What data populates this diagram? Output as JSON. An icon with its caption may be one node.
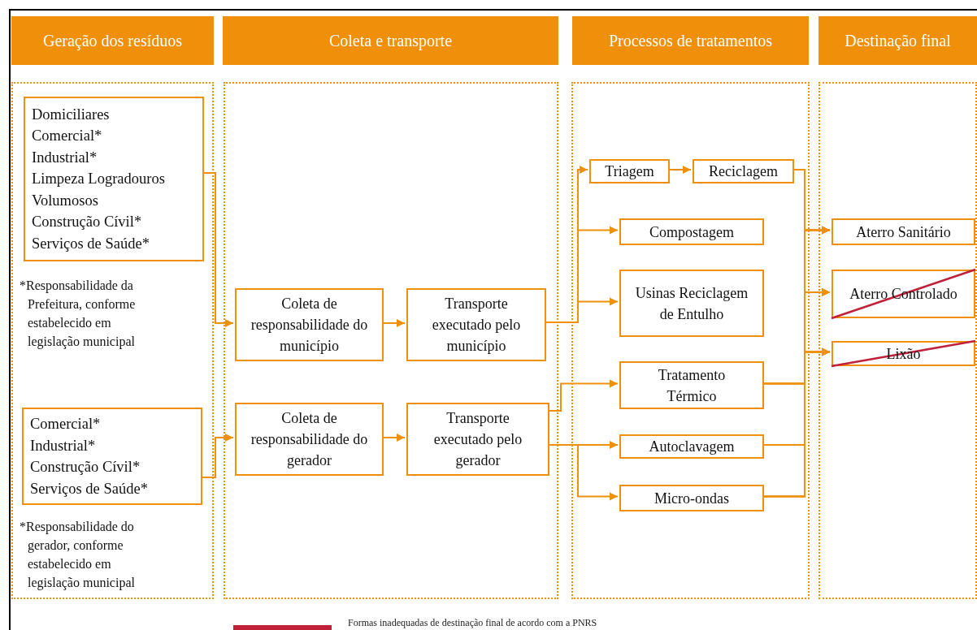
{
  "diagram": {
    "nodes": [
      {
        "text": [
          "Geração dos resíduos"
        ]
      },
      {
        "text": [
          "Coleta e transporte"
        ]
      },
      {
        "text": [
          "Processos de tratamentos"
        ]
      },
      {
        "text": [
          "Destinação final"
        ]
      },
      {
        "text": [],
        "shape": "box"
      },
      {
        "text": [],
        "shape": "box"
      },
      {
        "text": [],
        "shape": "box"
      },
      {
        "text": [],
        "shape": "box"
      },
      {
        "text": [
          "Domiciliares",
          "Comercial*",
          "Industrial*",
          "Limpeza Logradouros",
          "Volumosos",
          "Construção Cívil*",
          "Serviços de Saúde*"
        ],
        "in": 4
      },
      {
        "text": [
          "Comercial*",
          "Industrial*",
          "Construção Cívil*",
          "Serviços de Saúde*"
        ],
        "in": 4
      },
      {
        "text": [
          "Coleta de responsabilidade do município"
        ],
        "in": 5
      },
      {
        "text": [
          "Transporte executado pelo município"
        ],
        "in": 5
      },
      {
        "text": [
          "Coleta de responsabilidade do gerador"
        ],
        "in": 5
      },
      {
        "text": [
          "Transporte executado pelo gerador"
        ],
        "in": 5
      },
      {
        "text": [
          "Triagem"
        ],
        "in": 6
      },
      {
        "text": [
          "Reciclagem"
        ],
        "in": 6
      },
      {
        "text": [
          "Compostagem"
        ],
        "in": 6
      },
      {
        "text": [
          "Usinas Reciclagem de Entulho"
        ],
        "in": 6
      },
      {
        "text": [
          "Tratamento Térmico"
        ],
        "in": 6
      },
      {
        "text": [
          "Autoclavagem"
        ],
        "in": 6
      },
      {
        "text": [
          "Micro-ondas"
        ],
        "in": 6
      },
      {
        "text": [
          "Aterro Sanitário"
        ],
        "in": 7
      },
      {
        "text": [
          "Aterro Controlado"
        ],
        "in": 7
      },
      {
        "text": [
          "Lixão"
        ],
        "in": 7
      }
    ],
    "edges": [
      {
        "from": 8,
        "to": 10,
        "arrow": "to"
      },
      {
        "from": 9,
        "to": 12,
        "arrow": "to"
      },
      {
        "from": 10,
        "to": 11,
        "arrow": "to"
      },
      {
        "from": 12,
        "to": 13,
        "arrow": "to"
      },
      {
        "from": 11,
        "to": 14,
        "arrow": "to"
      },
      {
        "from": 11,
        "to": 16,
        "arrow": "to"
      },
      {
        "from": 11,
        "to": 17,
        "arrow": "to"
      },
      {
        "from": 13,
        "to": 18,
        "arrow": "to"
      },
      {
        "from": 13,
        "to": 19,
        "arrow": "to"
      },
      {
        "from": 13,
        "to": 20,
        "arrow": "to"
      },
      {
        "from": 14,
        "to": 15,
        "arrow": "to"
      },
      {
        "from": 15,
        "to": 21,
        "arrow": "to"
      },
      {
        "from": 15,
        "to": 22,
        "arrow": "to"
      },
      {
        "from": 15,
        "to": 23,
        "arrow": "to"
      },
      {
        "from": 18,
        "to": 21,
        "arrow": "to"
      },
      {
        "from": 18,
        "to": 22,
        "arrow": "to"
      },
      {
        "from": 18,
        "to": 23,
        "arrow": "to"
      },
      {
        "from": 19,
        "to": 21,
        "arrow": "to"
      },
      {
        "from": 19,
        "to": 22,
        "arrow": "to"
      },
      {
        "from": 19,
        "to": 23,
        "arrow": "to"
      },
      {
        "from": 20,
        "to": 21,
        "arrow": "to"
      },
      {
        "from": 20,
        "to": 22,
        "arrow": "to"
      },
      {
        "from": 20,
        "to": 23,
        "arrow": "to"
      }
    ],
    "labels": [
      "*Responsabilidade da Prefeitura, conforme estabelecido em legislação municipal",
      "*Responsabilidade do gerador, conforme estabelecido em legislação municipal"
    ],
    "legend": [
      {
        "text": "Formas inadequadas de destinação final de acordo com a PNRS"
      }
    ]
  }
}
